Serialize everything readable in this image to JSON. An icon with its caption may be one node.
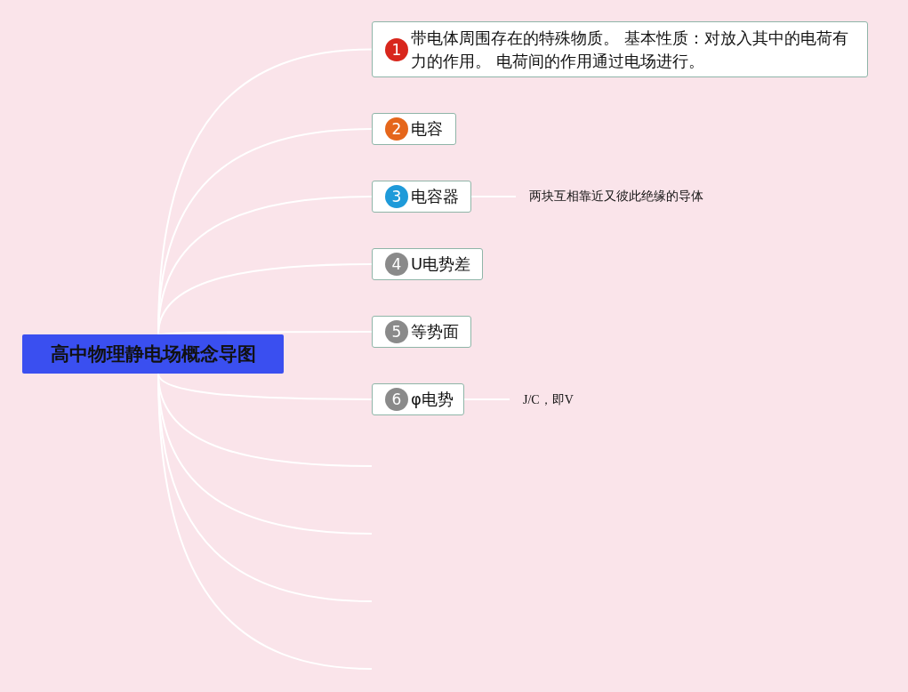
{
  "diagram": {
    "nodes": [
      {
        "text": [
          "高中物理静电场概念导图"
        ]
      },
      {
        "text": [
          "1",
          "带电体周围存在的特殊物质。 基本性质：对放入其中的电荷有力的作用。 电荷间的作用通过电场进行。"
        ]
      },
      {
        "text": [
          "2",
          "电容"
        ]
      },
      {
        "text": [
          "3",
          "电容器"
        ]
      },
      {
        "text": [
          "4",
          "U电势差"
        ]
      },
      {
        "text": [
          "5",
          "等势面"
        ]
      },
      {
        "text": [
          "6",
          "φ电势"
        ]
      },
      {
        "text": [
          "两块互相靠近又彼此绝缘的导体"
        ]
      },
      {
        "text": [
          "J/C，即V"
        ]
      }
    ],
    "edges": [
      {
        "from": 0,
        "to": 1,
        "arrow": "none"
      },
      {
        "from": 0,
        "to": 2,
        "arrow": "none"
      },
      {
        "from": 0,
        "to": 3,
        "arrow": "none"
      },
      {
        "from": 0,
        "to": 4,
        "arrow": "none"
      },
      {
        "from": 0,
        "to": 5,
        "arrow": "none"
      },
      {
        "from": 0,
        "to": 6,
        "arrow": "none"
      },
      {
        "from": 3,
        "to": 7,
        "arrow": "none"
      },
      {
        "from": 6,
        "to": 8,
        "arrow": "none"
      },
      {
        "from": 0,
        "to": null,
        "arrow": "none"
      },
      {
        "from": 0,
        "to": null,
        "arrow": "none"
      },
      {
        "from": 0,
        "to": null,
        "arrow": "none"
      },
      {
        "from": 0,
        "to": null,
        "arrow": "none"
      }
    ]
  }
}
